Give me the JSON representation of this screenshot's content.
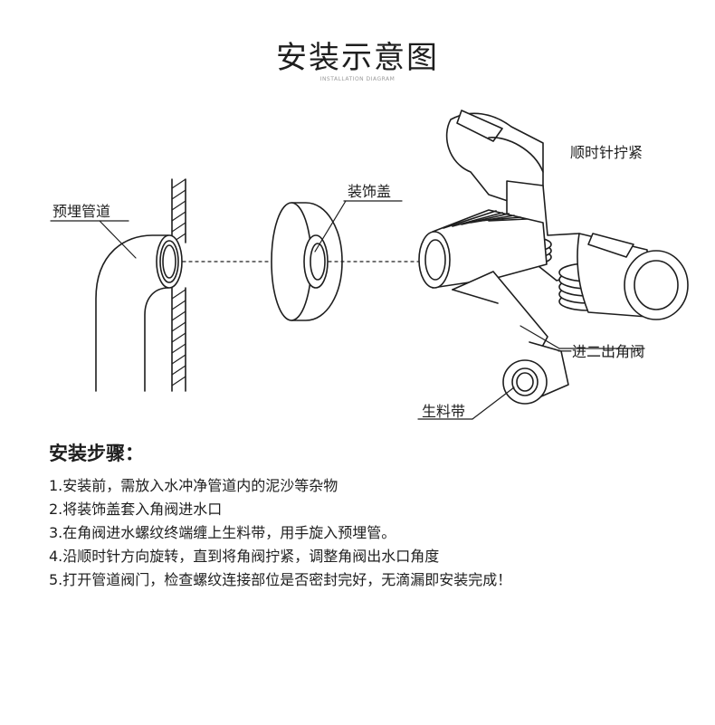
{
  "header": {
    "title": "安装示意图",
    "subtitle": "INSTALLATION DIAGRAM"
  },
  "labels": {
    "embedded_pipe": "预埋管道",
    "cover": "装饰盖",
    "clockwise": "顺时针拧紧",
    "valve": "一进二出角阀",
    "tape": "生料带"
  },
  "steps": {
    "title": "安装步骤：",
    "items": [
      "1.安装前，需放入水冲净管道内的泥沙等杂物",
      "2.将装饰盖套入角阀进水口",
      "3.在角阀进水螺纹终端缠上生料带，用手旋入预埋管。",
      "4.沿顺时针方向旋转，直到将角阀拧紧，调整角阀出水口角度",
      "5.打开管道阀门，检查螺纹连接部位是否密封完好，无滴漏即安装完成！"
    ]
  }
}
